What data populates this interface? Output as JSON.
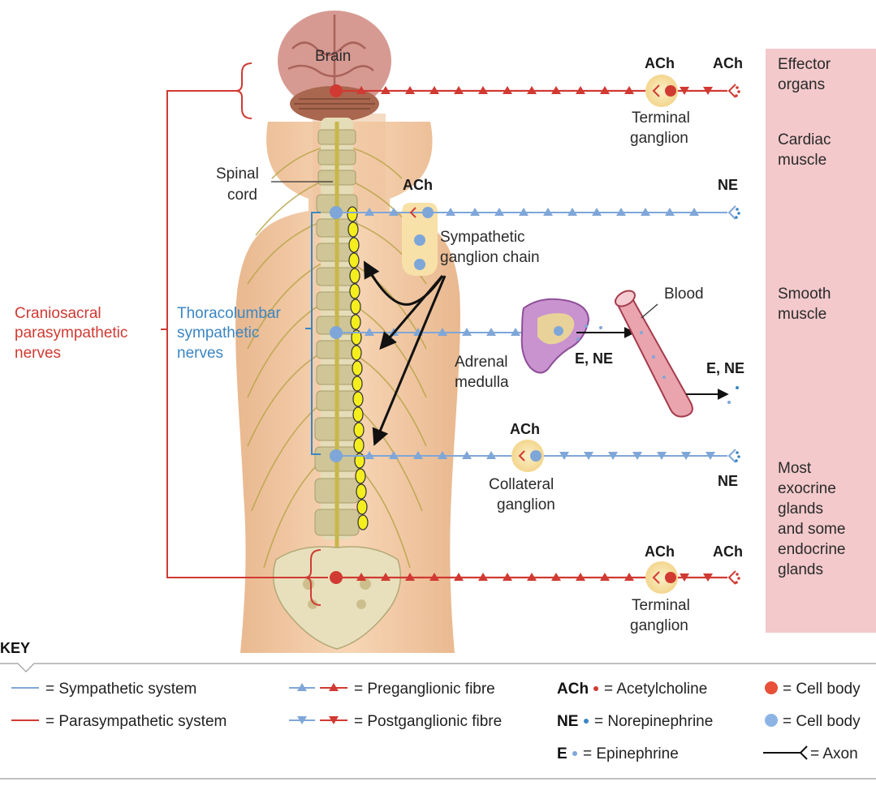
{
  "labels": {
    "brain": "Brain",
    "spinal_cord_1": "Spinal",
    "spinal_cord_2": "cord",
    "craniosacral_1": "Craniosacral",
    "craniosacral_2": "parasympathetic",
    "craniosacral_3": "nerves",
    "thoracolumbar_1": "Thoracolumbar",
    "thoracolumbar_2": "sympathetic",
    "thoracolumbar_3": "nerves",
    "sympathetic_chain_1": "Sympathetic",
    "sympathetic_chain_2": "ganglion chain",
    "terminal_ganglion_top_1": "Terminal",
    "terminal_ganglion_top_2": "ganglion",
    "terminal_ganglion_bottom_1": "Terminal",
    "terminal_ganglion_bottom_2": "ganglion",
    "adrenal_1": "Adrenal",
    "adrenal_2": "medulla",
    "blood": "Blood",
    "collateral_1": "Collateral",
    "collateral_2": "ganglion",
    "ach_top_ganglion": "ACh",
    "ach_top_end": "ACh",
    "ach_chain": "ACh",
    "ne_chain": "NE",
    "e_ne_adrenal": "E, NE",
    "e_ne_blood": "E, NE",
    "ach_collateral": "ACh",
    "ne_collateral": "NE",
    "ach_bottom_ganglion": "ACh",
    "ach_bottom_end": "ACh"
  },
  "effectors": [
    "Effector",
    "organs",
    "Cardiac",
    "muscle",
    "Smooth",
    "muscle",
    "Most",
    "exocrine",
    "glands",
    "and some",
    "endocrine",
    "glands"
  ],
  "key": {
    "title": "KEY",
    "sympathetic_system": "= Sympathetic system",
    "parasympathetic_system": "= Parasympathetic system",
    "preganglionic": "= Preganglionic fibre",
    "postganglionic": "= Postganglionic fibre",
    "ach_abbr": "ACh",
    "acetylcholine": "= Acetylcholine",
    "ne_abbr": "NE",
    "norepinephrine": "= Norepinephrine",
    "e_abbr": "E",
    "epinephrine": "= Epinephrine",
    "cell_body_red": "= Cell body",
    "cell_body_blue": "= Cell body",
    "axon": "= Axon"
  },
  "colors": {
    "parasympathetic": "#d03a32",
    "sympathetic": "#7fa6d8",
    "effector_panel": "#f3c9cb",
    "ganglion_halo": "#f7e1a8",
    "chain_marker": "#f5ee1e",
    "skin": "#f1c9a3",
    "spine": "#e5dcb8",
    "brain": "#d79a92"
  }
}
